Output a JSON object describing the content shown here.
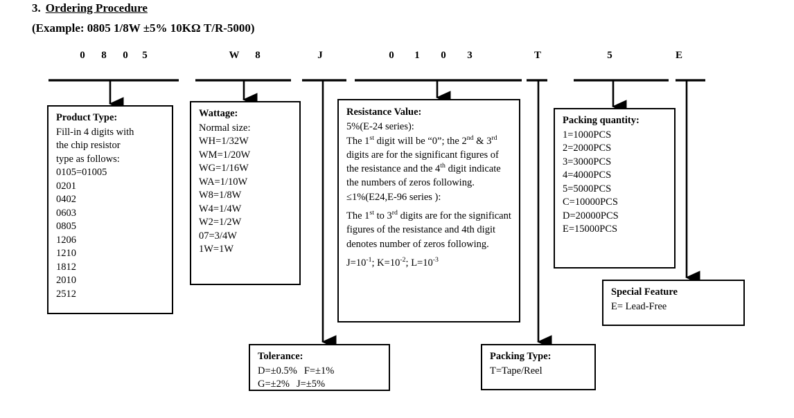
{
  "heading": {
    "number": "3.",
    "title": "Ordering Procedure",
    "example": "(Example: 0805 1/8W ±5% 10KΩ T/R-5000)"
  },
  "part_code": {
    "characters": [
      {
        "char": "0",
        "group": "product_type"
      },
      {
        "char": "8",
        "group": "product_type"
      },
      {
        "char": "0",
        "group": "product_type"
      },
      {
        "char": "5",
        "group": "product_type"
      },
      {
        "char": "W",
        "group": "wattage"
      },
      {
        "char": "8",
        "group": "wattage"
      },
      {
        "char": "J",
        "group": "tolerance"
      },
      {
        "char": "0",
        "group": "resistance"
      },
      {
        "char": "1",
        "group": "resistance"
      },
      {
        "char": "0",
        "group": "resistance"
      },
      {
        "char": "3",
        "group": "resistance"
      },
      {
        "char": "T",
        "group": "packing_type"
      },
      {
        "char": "5",
        "group": "packing_quantity"
      },
      {
        "char": "E",
        "group": "special_feature"
      }
    ]
  },
  "boxes": {
    "product_type": {
      "title": "Product Type:",
      "lines": [
        "Fill-in 4 digits with",
        "the chip resistor",
        "type as follows:",
        "0105=01005",
        "0201",
        "0402",
        "0603",
        "0805",
        "1206",
        "1210",
        "1812",
        "2010",
        "2512"
      ]
    },
    "wattage": {
      "title": "Wattage:",
      "lines": [
        "Normal size:",
        "WH=1/32W",
        "WM=1/20W",
        "WG=1/16W",
        "WA=1/10W",
        "W8=1/8W",
        "W4=1/4W",
        "W2=1/2W",
        "07=3/4W",
        "1W=1W"
      ]
    },
    "resistance_value": {
      "title": "Resistance Value:",
      "series_5pct_label": "5%(E-24 series):",
      "para_5pct": [
        {
          "t": "The 1"
        },
        {
          "sup": "st"
        },
        {
          "t": " digit will be “0”; the 2"
        },
        {
          "sup": "nd"
        },
        {
          "t": " & 3"
        },
        {
          "sup": "rd"
        },
        {
          "t": " digits are for the significant figures of the resistance and the 4"
        },
        {
          "sup": "th"
        },
        {
          "t": " digit indicate the numbers of zeros following."
        }
      ],
      "series_1pct_label": "≤1%(E24,E-96 series ):",
      "para_1pct": [
        {
          "t": "The 1"
        },
        {
          "sup": "st"
        },
        {
          "t": " to 3"
        },
        {
          "sup": "rd"
        },
        {
          "t": " digits are for the significant figures of the resistance and 4th digit denotes number of zeros following."
        }
      ],
      "multipliers": [
        {
          "t": "J=10"
        },
        {
          "sup": "-1"
        },
        {
          "t": "; K=10"
        },
        {
          "sup": "-2"
        },
        {
          "t": "; L=10"
        },
        {
          "sup": "-3"
        }
      ]
    },
    "packing_quantity": {
      "title": "Packing quantity:",
      "lines": [
        "1=1000PCS",
        "2=2000PCS",
        "3=3000PCS",
        "4=4000PCS",
        "5=5000PCS",
        "C=10000PCS",
        "D=20000PCS",
        "E=15000PCS"
      ]
    },
    "special_feature": {
      "title": "Special Feature",
      "lines": [
        "E= Lead-Free"
      ]
    },
    "tolerance": {
      "title": "Tolerance:",
      "line1_a": "D=±0.5%",
      "line1_b": "F=±1%",
      "line2_a": "G=±2%",
      "line2_b": "J=±5%"
    },
    "packing_type": {
      "title": "Packing Type:",
      "lines": [
        "T=Tape/Reel"
      ]
    }
  },
  "colors": {
    "ink": "#000000",
    "paper": "#ffffff"
  }
}
